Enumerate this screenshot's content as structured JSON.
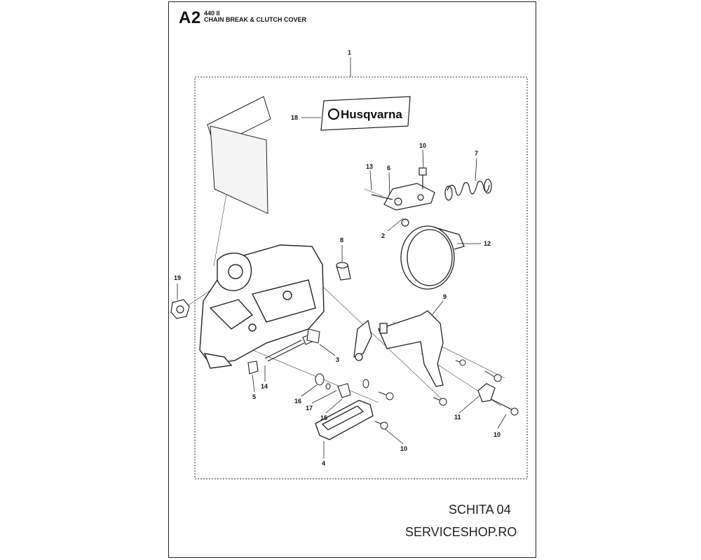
{
  "header": {
    "code": "A2",
    "model": "440 II",
    "title": "CHAIN BREAK & CLUTCH COVER"
  },
  "footer": {
    "line1": "SCHITA 04",
    "line2": "SERVICESHOP.RO"
  },
  "logo": {
    "text": "Husqvarna"
  },
  "callouts": [
    {
      "id": "c1",
      "label": "1"
    },
    {
      "id": "c18",
      "label": "18"
    },
    {
      "id": "c10a",
      "label": "10"
    },
    {
      "id": "c7",
      "label": "7"
    },
    {
      "id": "c13",
      "label": "13"
    },
    {
      "id": "c6",
      "label": "6"
    },
    {
      "id": "c2",
      "label": "2"
    },
    {
      "id": "c8",
      "label": "8"
    },
    {
      "id": "c12",
      "label": "12"
    },
    {
      "id": "c19",
      "label": "19"
    },
    {
      "id": "c9",
      "label": "9"
    },
    {
      "id": "c3",
      "label": "3"
    },
    {
      "id": "c14",
      "label": "14"
    },
    {
      "id": "c5",
      "label": "5"
    },
    {
      "id": "c16",
      "label": "16"
    },
    {
      "id": "c17",
      "label": "17"
    },
    {
      "id": "c15",
      "label": "15"
    },
    {
      "id": "c11",
      "label": "11"
    },
    {
      "id": "c10b",
      "label": "10"
    },
    {
      "id": "c10c",
      "label": "10"
    },
    {
      "id": "c4",
      "label": "4"
    }
  ]
}
